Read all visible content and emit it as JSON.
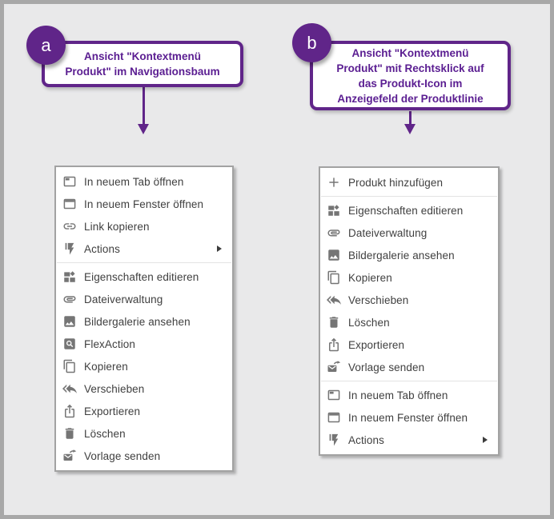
{
  "colors": {
    "accent_purple": "#602589",
    "callout_text_purple": "#5a1d91",
    "menu_icon_gray": "#757575",
    "menu_text_gray": "#3f3f3f",
    "menu_border_gray": "#a2a2a2",
    "page_background": "#e9e9ea"
  },
  "callouts": [
    {
      "id": "a",
      "badge": "a",
      "lines": [
        "Ansicht \"Kontextmenü",
        "Produkt\" im Navigationsbaum"
      ]
    },
    {
      "id": "b",
      "badge": "b",
      "lines": [
        "Ansicht \"Kontextmenü",
        "Produkt\" mit Rechtsklick auf",
        "das Produkt-Icon im",
        "Anzeigefeld der Produktlinie"
      ]
    }
  ],
  "menus": [
    {
      "id": "menu-a",
      "name": "context-menu-navigation-tree",
      "items": [
        {
          "label": "In neuem Tab öffnen",
          "icon": "tab-icon"
        },
        {
          "label": "In neuem Fenster öffnen",
          "icon": "window-icon"
        },
        {
          "label": "Link kopieren",
          "icon": "link-icon"
        },
        {
          "label": "Actions",
          "icon": "bolt-icon",
          "submenu": true,
          "separator_after": true
        },
        {
          "label": "Eigenschaften editieren",
          "icon": "dashboard-icon"
        },
        {
          "label": "Dateiverwaltung",
          "icon": "paperclip-icon"
        },
        {
          "label": "Bildergalerie ansehen",
          "icon": "image-icon"
        },
        {
          "label": "FlexAction",
          "icon": "search-box-icon"
        },
        {
          "label": "Kopieren",
          "icon": "copy-icon"
        },
        {
          "label": "Verschieben",
          "icon": "move-icon"
        },
        {
          "label": "Exportieren",
          "icon": "export-icon"
        },
        {
          "label": "Löschen",
          "icon": "trash-icon"
        },
        {
          "label": "Vorlage senden",
          "icon": "send-mail-icon"
        }
      ]
    },
    {
      "id": "menu-b",
      "name": "context-menu-product-icon",
      "items": [
        {
          "label": "Produkt hinzufügen",
          "icon": "plus-icon",
          "separator_after": true
        },
        {
          "label": "Eigenschaften editieren",
          "icon": "dashboard-icon"
        },
        {
          "label": "Dateiverwaltung",
          "icon": "paperclip-icon"
        },
        {
          "label": "Bildergalerie ansehen",
          "icon": "image-icon"
        },
        {
          "label": "Kopieren",
          "icon": "copy-icon"
        },
        {
          "label": "Verschieben",
          "icon": "move-icon"
        },
        {
          "label": "Löschen",
          "icon": "trash-icon"
        },
        {
          "label": "Exportieren",
          "icon": "export-icon"
        },
        {
          "label": "Vorlage senden",
          "icon": "send-mail-icon",
          "separator_after": true
        },
        {
          "label": "In neuem Tab öffnen",
          "icon": "tab-icon"
        },
        {
          "label": "In neuem Fenster öffnen",
          "icon": "window-icon"
        },
        {
          "label": "Actions",
          "icon": "bolt-icon",
          "submenu": true
        }
      ]
    }
  ]
}
